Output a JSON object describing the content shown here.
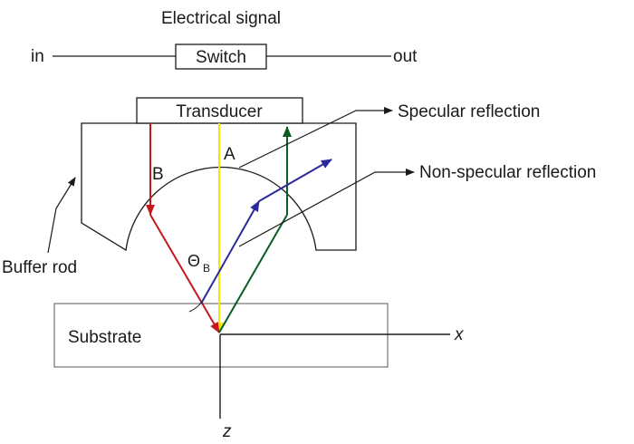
{
  "title": "Electrical signal",
  "circuit": {
    "in_label": "in",
    "switch_label": "Switch",
    "out_label": "out"
  },
  "components": {
    "transducer_label": "Transducer",
    "buffer_rod_label": "Buffer rod",
    "substrate_label": "Substrate"
  },
  "beams": {
    "a_label": "A",
    "b_label": "B",
    "theta_main": "Θ",
    "theta_sub": "B"
  },
  "annotations": {
    "specular": "Specular reflection",
    "non_specular": "Non-specular reflection"
  },
  "axes": {
    "x_label": "x",
    "z_label": "z"
  },
  "colors": {
    "beam_a": "#f0e800",
    "beam_b": "#c8161d",
    "specular_beam": "#0b5c23",
    "non_specular_beam": "#2b2a9a",
    "line": "#1a1a1a",
    "substrate_border": "#666666"
  }
}
